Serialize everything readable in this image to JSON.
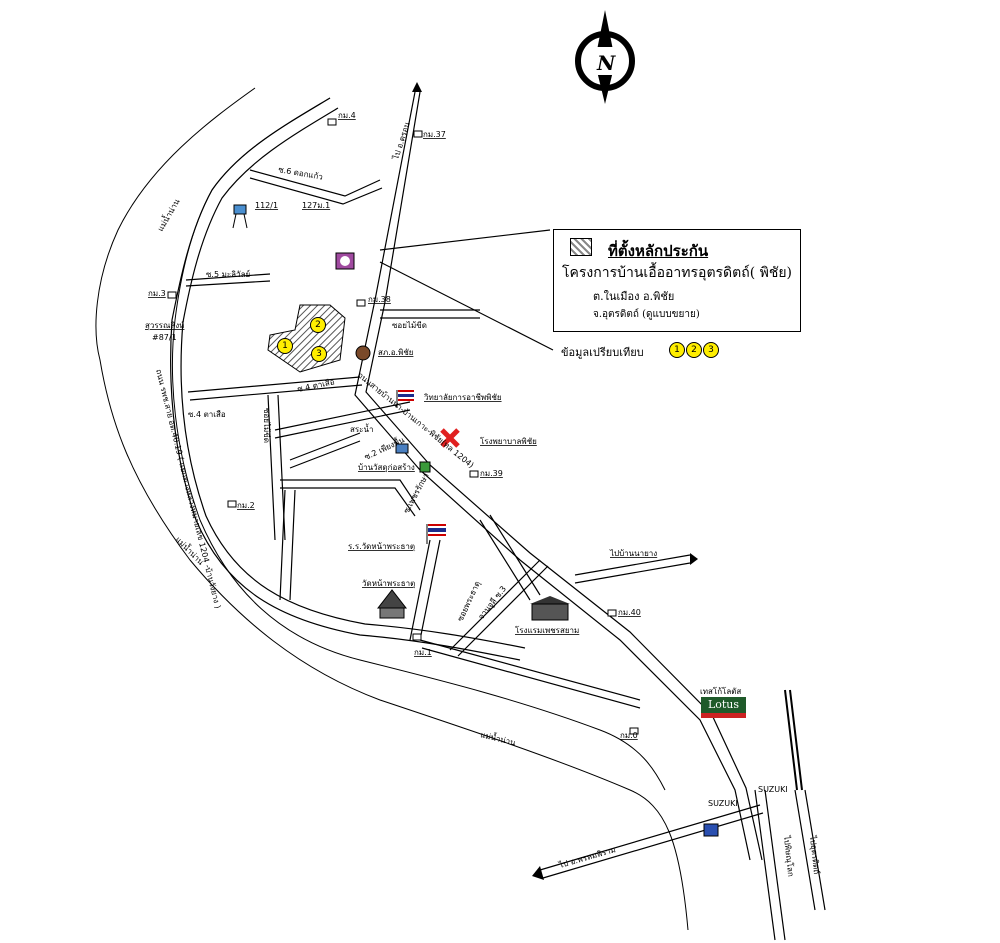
{
  "legend": {
    "title": "ที่ตั้งหลักประกัน",
    "line1": "โครงการบ้านเอื้ออาทรอุตรดิตถ์( พิชัย)",
    "line2": "ต.ในเมือง  อ.พิชัย",
    "line3": "จ.อุตรดิตถ์  (ดูแบบขยาย)",
    "compare_label": "ข้อมูลเปรียบเทียบ",
    "compare_numbers": [
      "1",
      "2",
      "3"
    ]
  },
  "compass": {
    "letter": "N"
  },
  "markers": {
    "m1": "1",
    "m2": "2",
    "m3": "3"
  },
  "labels": {
    "km4": "กม.4",
    "km37": "กม.37",
    "to_tron": "ไป อ.ตรอน",
    "soi6": "ซ.6 ดอกแก้ว",
    "h112": "112/1",
    "h127": "127ม.1",
    "river1": "แม่น้ำน่าน",
    "soi5": "ซ.5 มะลิวัลย์",
    "km3": "กม.3",
    "suwan": "สุวรรณสิงห์",
    "suwan_no": "#87/1",
    "km38": "กม.38",
    "soi_mai": "ซอยไม้ขีด",
    "sorbor": "สภ.อ.พิชัย",
    "soi4a": "ซ.4 ตาเสือ",
    "soi4b": "ซ.4 ตาเสือ",
    "soi_mai2": "ซอยไม้ขีด",
    "road_main": "ถนนสายบ้านนา-บ้านเกาะ-พิชัย(ทล 1204)",
    "college": "วิทยาลัยการอาชีพพิชัย",
    "hospital": "โรงพยาบาลพิชัย",
    "sra": "สระน้ำ",
    "soi2": "ซ.2 เพียงพื้น",
    "ban_wat": "บ้านวัสดุก่อสร้าง",
    "km39": "กม.39",
    "rr_wat": "ร.ร.วัดหน้าพระธาตุ",
    "km2": "กม.2",
    "road_left": "ถนน รพช.สาย อต.40.19 ( แยกทางหลวงหมายเลข 1204 -บ้านวังยาง )",
    "river2": "แม่น้ำน่าน",
    "soi_petch": "ซ.เพชรรักษา",
    "to_bannayang": "ไปบ้านนายาง",
    "wat": "วัดหน้าพระธาตุ",
    "soi_prathat": "ซอยพระธาตุ",
    "janrabi": "จานจูลี ซ.3",
    "hotel": "โรงแรมเพชรสยาม",
    "km40": "กม.40",
    "km1": "กม.1",
    "lotus_label": "เทสโก้โลตัส",
    "lotus_brand": "Lotus",
    "km0": "กม.0",
    "river3": "แม่น้ำน่าน",
    "suzuki1": "SUZUKI",
    "suzuki2": "SUZUKI",
    "to_phrompiram": "ไป อ.พรหมพิราม",
    "to_pitsanulok": "ไปพิษณุโลก",
    "to_uttaradit": "ไปอุตรดิตถ์"
  }
}
